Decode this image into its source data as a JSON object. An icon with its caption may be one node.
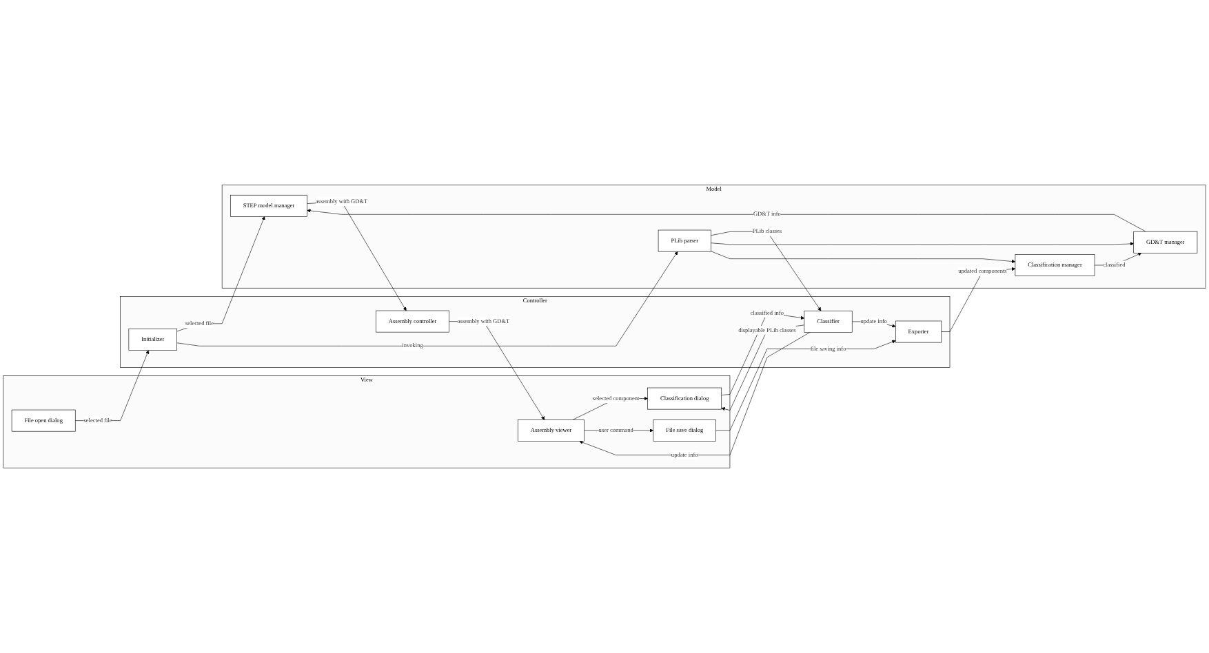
{
  "diagram": {
    "nodes": [
      {
        "text": [
          "View"
        ]
      },
      {
        "text": [
          "File open dialog"
        ],
        "in": 0
      },
      {
        "text": [
          "Assembly viewer"
        ],
        "in": 0
      },
      {
        "text": [
          "Classification dialog"
        ],
        "in": 0
      },
      {
        "text": [
          "File save dialog"
        ],
        "in": 0
      },
      {
        "text": [
          "Controller"
        ]
      },
      {
        "text": [
          "Initializer"
        ],
        "in": 5
      },
      {
        "text": [
          "Assembly controller"
        ],
        "in": 5
      },
      {
        "text": [
          "Classifier"
        ],
        "in": 5
      },
      {
        "text": [
          "Exporter"
        ],
        "in": 5
      },
      {
        "text": [
          "Model"
        ]
      },
      {
        "text": [
          "STEP model manager"
        ],
        "in": 10
      },
      {
        "text": [
          "PLib parser"
        ],
        "in": 10
      },
      {
        "text": [
          "GD&T manager"
        ],
        "in": 10
      },
      {
        "text": [
          "Classification manager"
        ],
        "in": 10
      }
    ],
    "edges": [
      {
        "from": 1,
        "to": 6,
        "arrow": "to",
        "label": "selected file"
      },
      {
        "from": 6,
        "to": 11,
        "arrow": "to",
        "label": "selected file"
      },
      {
        "from": 6,
        "to": 12,
        "arrow": "to",
        "label": "invoking"
      },
      {
        "from": 11,
        "to": 7,
        "arrow": "to",
        "label": "assembly with GD&T"
      },
      {
        "from": 7,
        "to": 2,
        "arrow": "to",
        "label": "assembly with GD&T"
      },
      {
        "from": 8,
        "to": 2,
        "arrow": "to",
        "label": "update info"
      },
      {
        "from": 2,
        "to": 3,
        "arrow": "to",
        "label": "selected component"
      },
      {
        "from": 3,
        "to": 8,
        "arrow": "to",
        "label": "classified info"
      },
      {
        "from": 8,
        "to": 3,
        "arrow": "to",
        "label": "displayable PLib classes"
      },
      {
        "from": 8,
        "to": 9,
        "arrow": "to",
        "label": "update info"
      },
      {
        "from": 2,
        "to": 4,
        "arrow": "to",
        "label": "user command"
      },
      {
        "from": 4,
        "to": 9,
        "arrow": "to",
        "label": "file saving info"
      },
      {
        "from": 9,
        "to": 14,
        "arrow": "to",
        "label": "updated components"
      },
      {
        "from": 14,
        "to": 13,
        "arrow": "to",
        "label": "classified"
      },
      {
        "from": 12,
        "to": 8,
        "arrow": "to",
        "label": "PLib classes"
      },
      {
        "from": 12,
        "to": 13,
        "arrow": "to"
      },
      {
        "from": 12,
        "to": 14,
        "arrow": "to"
      },
      {
        "from": 13,
        "to": 11,
        "arrow": "to",
        "label": "GD&T info"
      }
    ]
  }
}
